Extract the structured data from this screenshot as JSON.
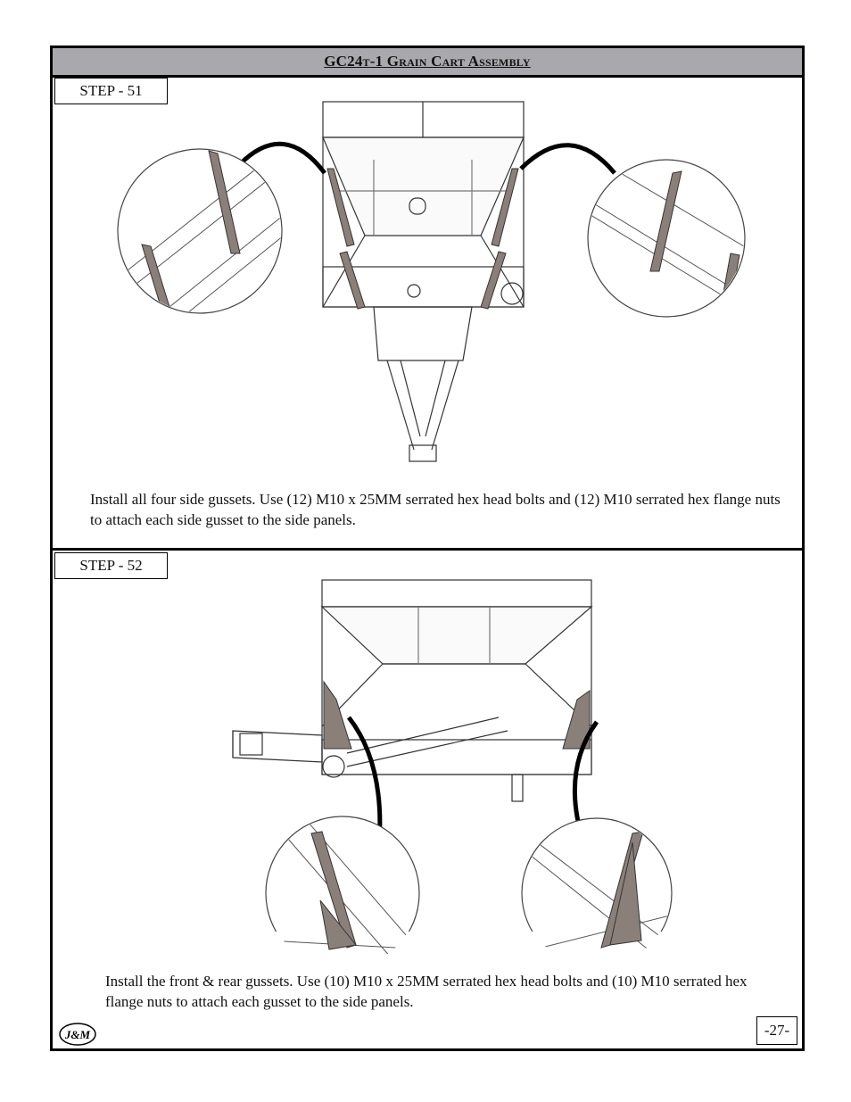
{
  "header": {
    "model": "GC24",
    "model_suffix": "t",
    "model_num": "-1",
    "title": "Grain Cart Assembly"
  },
  "steps": [
    {
      "label": "STEP - 51",
      "caption": "Install all four side gussets. Use (12) M10 x 25MM serrated hex head bolts and (12) M10 serrated hex flange nuts to attach each side gusset to the side panels."
    },
    {
      "label": "STEP - 52",
      "caption": "Install the front & rear gussets. Use (10) M10 x 25MM serrated hex head bolts and (10) M10 serrated hex flange nuts to attach each gusset to the side panels."
    }
  ],
  "footer": {
    "page_number": "-27-",
    "logo_text": "J&M"
  },
  "colors": {
    "gusset": "#8a8079",
    "header_bg": "#a9a9ad"
  }
}
